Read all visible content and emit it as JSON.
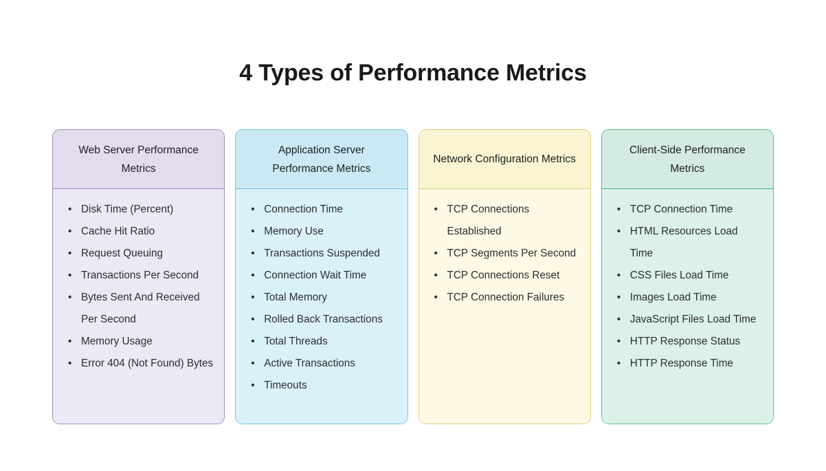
{
  "page": {
    "title": "4 Types of Performance Metrics",
    "background_color": "#ffffff",
    "bullet_glyph": "•"
  },
  "cards": [
    {
      "id": "web-server-performance-metrics",
      "header": "Web Server Performance Metrics",
      "colors": {
        "border": "#9a8cc0",
        "header_bg": "#e3dcef",
        "body_bg": "#ece8f4"
      },
      "items": [
        "Disk Time (Percent)",
        "Cache Hit Ratio",
        "Request Queuing",
        "Transactions Per Second",
        "Bytes Sent And Received Per Second",
        "Memory Usage",
        "Error 404 (Not Found) Bytes"
      ]
    },
    {
      "id": "application-server-performance-metrics",
      "header": "Application Server Performance Metrics",
      "colors": {
        "border": "#73c4dd",
        "header_bg": "#cbe9f4",
        "body_bg": "#dbf1f9"
      },
      "items": [
        "Connection Time",
        "Memory Use",
        "Transactions Suspended",
        "Connection Wait Time",
        "Total Memory",
        "Rolled Back Transactions",
        "Total Threads",
        "Active Transactions",
        "Timeouts"
      ]
    },
    {
      "id": "network-configuration-metrics",
      "header": "Network Configuration Metrics",
      "colors": {
        "border": "#ddd07a",
        "header_bg": "#faf4d2",
        "body_bg": "#fdf9e4"
      },
      "items": [
        "TCP Connections Established",
        "TCP Segments Per Second",
        "TCP Connections Reset",
        "TCP Connection Failures"
      ]
    },
    {
      "id": "client-side-performance-metrics",
      "header": "Client-Side Performance Metrics",
      "colors": {
        "border": "#5fbf95",
        "header_bg": "#d3ebe0",
        "body_bg": "#dcf1e7"
      },
      "items": [
        "TCP Connection Time",
        "HTML Resources Load Time",
        "CSS Files Load Time",
        "Images Load Time",
        "JavaScript Files Load Time",
        "HTTP Response Status",
        "HTTP Response Time"
      ]
    }
  ]
}
